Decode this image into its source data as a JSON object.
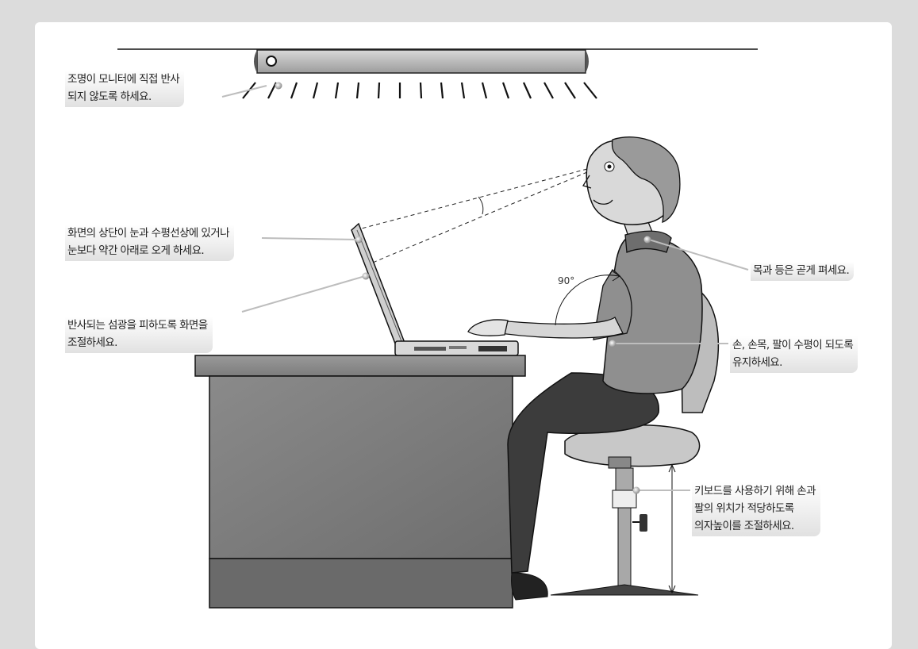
{
  "labels": {
    "lighting": [
      "조명이 모니터에 직접 반사",
      "되지 않도록 하세요."
    ],
    "screen_top": [
      "화면의 상단이 눈과 수평선상에 있거나",
      "눈보다 약간 아래로 오게 하세요."
    ],
    "glare": [
      "반사되는 섬광을 피하도록 화면을",
      "조절하세요."
    ],
    "neck_back": [
      "목과 등은 곧게 펴세요."
    ],
    "hands_arms": [
      "손, 손목, 팔이 수평이 되도록",
      "유지하세요."
    ],
    "chair_height": [
      "키보드를 사용하기 위해 손과",
      "팔의 위치가 적당하도록",
      "의자높이를 조절하세요."
    ]
  },
  "angle_label": "90°"
}
